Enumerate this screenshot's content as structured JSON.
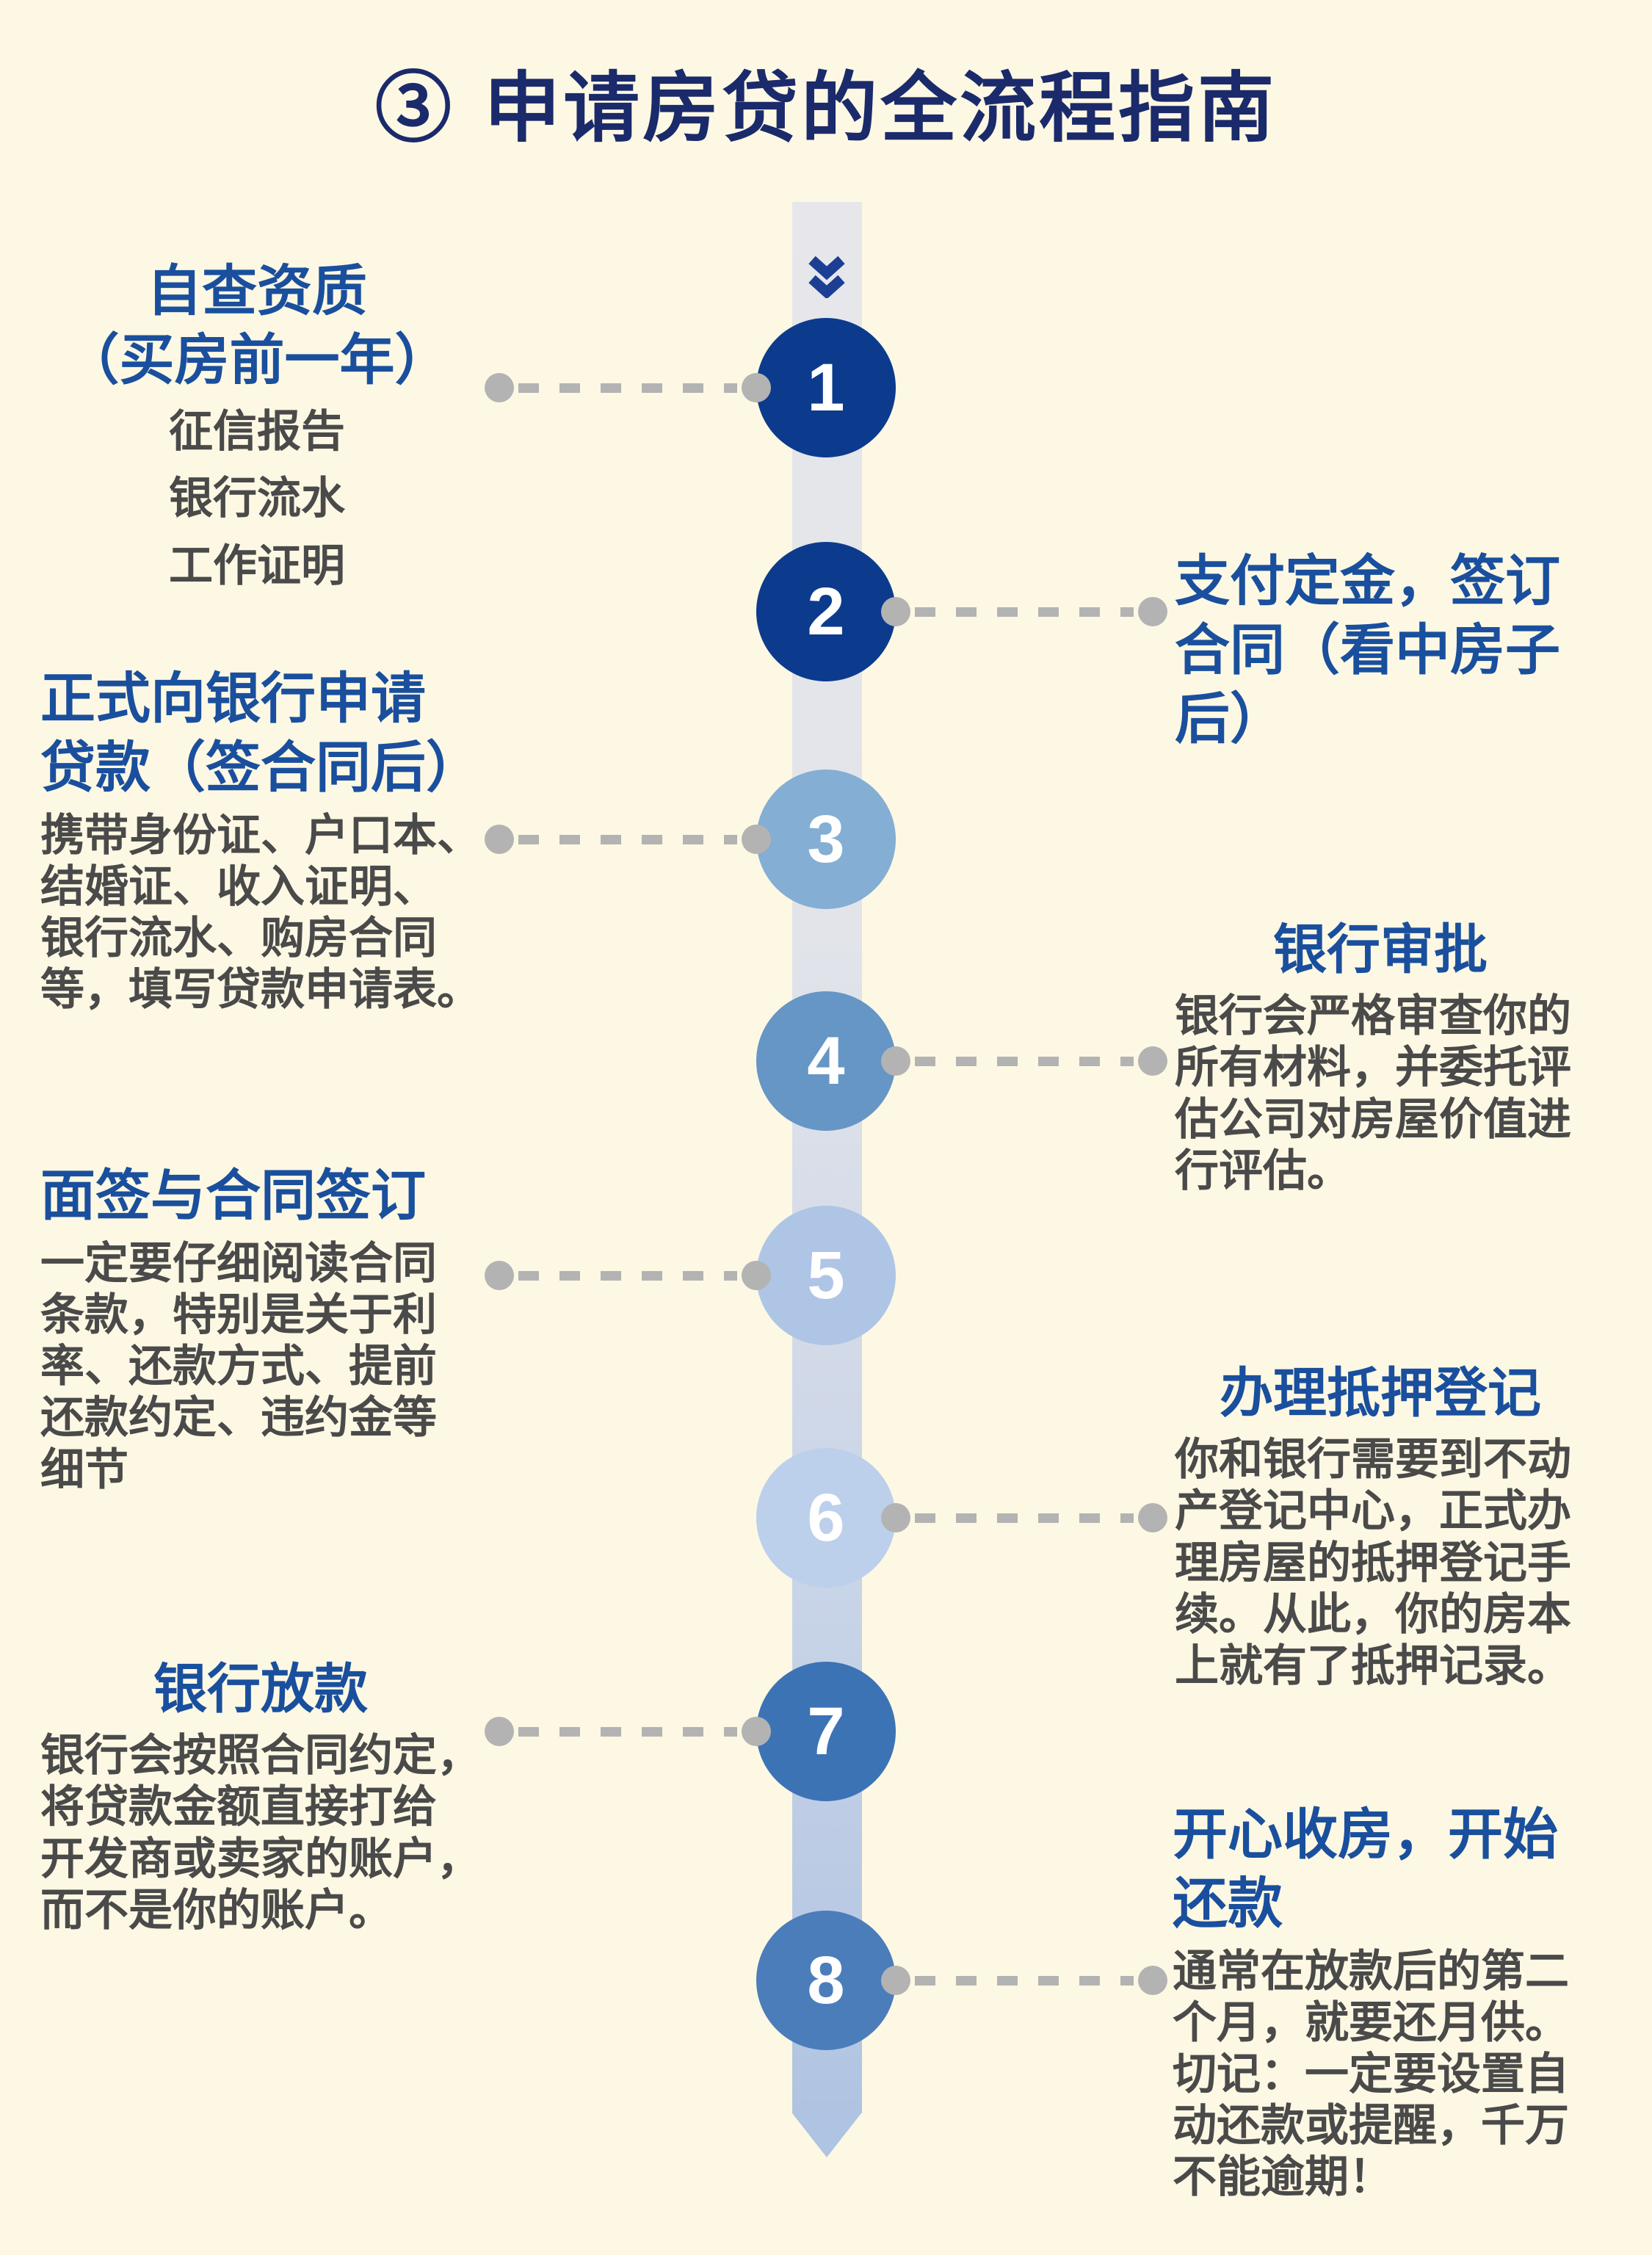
{
  "page_title": "③  申请房贷的全流程指南",
  "colors": {
    "background": "#FDF8E3",
    "main_title": "#1B2A6B",
    "step_title_blue": "#1A4F9E",
    "body_gray": "#4A4A4A",
    "connector_gray": "#B3B3B3",
    "band_top": "#E7E7EB",
    "band_bottom": "#AFC3E2",
    "chevron_navy": "#1C3F94"
  },
  "timeline": {
    "chevron_icon": "double-chevron-down",
    "arrow_icon": "arrow-tip-down"
  },
  "steps": [
    {
      "number": "1",
      "side": "left",
      "circle_color": "#0C3B8D",
      "title": "自查资质\n（买房前一年）",
      "body": "征信报告\n银行流水\n工作证明"
    },
    {
      "number": "2",
      "side": "right",
      "circle_color": "#0C3B8D",
      "title": "支付定金，签订\n合同（看中房子\n后）",
      "body": ""
    },
    {
      "number": "3",
      "side": "left",
      "circle_color": "#84AED3",
      "title": "正式向银行申请\n贷款（签合同后）",
      "body": "携带身份证、户口本、\n结婚证、收入证明、\n银行流水、购房合同\n等，填写贷款申请表。"
    },
    {
      "number": "4",
      "side": "right",
      "circle_color": "#6596C5",
      "title": "银行审批",
      "body": "银行会严格审查你的\n所有材料，并委托评\n估公司对房屋价值进\n行评估。"
    },
    {
      "number": "5",
      "side": "left",
      "circle_color": "#AEC5E6",
      "title": "面签与合同签订",
      "body": "一定要仔细阅读合同\n条款，特别是关于利\n率、还款方式、提前\n还款约定、违约金等\n细节"
    },
    {
      "number": "6",
      "side": "right",
      "circle_color": "#BCCFEB",
      "title": "办理抵押登记",
      "body": "你和银行需要到不动\n产登记中心，正式办\n理房屋的抵押登记手\n续。从此，你的房本\n上就有了抵押记录。"
    },
    {
      "number": "7",
      "side": "left",
      "circle_color": "#3C73B5",
      "title": "银行放款",
      "body": "银行会按照合同约定，\n将贷款金额直接打给\n开发商或卖家的账户，\n而不是你的账户。"
    },
    {
      "number": "8",
      "side": "right",
      "circle_color": "#4B7DBB",
      "title": "开心收房，开始\n还款",
      "body": "通常在放款后的第二\n个月，就要还月供。\n切记：一定要设置自\n动还款或提醒，千万\n不能逾期！"
    }
  ]
}
